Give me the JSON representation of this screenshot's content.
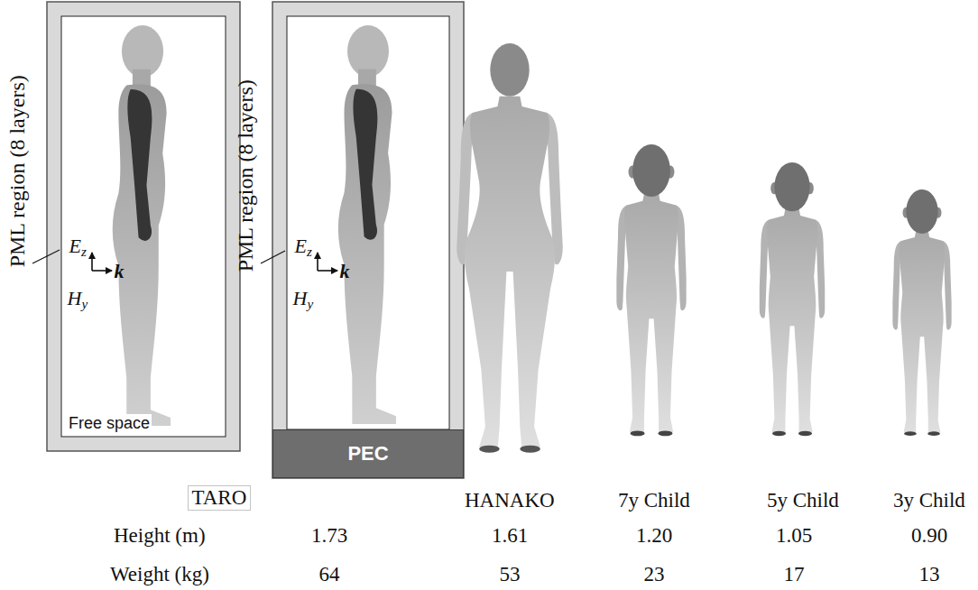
{
  "diagram": {
    "nodes": [
      {
        "text": [
          "Free space"
        ]
      },
      {
        "text": [
          "PEC"
        ]
      }
    ],
    "labels": [
      "PML region (8 layers)",
      "Ez",
      "Hy",
      "k",
      "PML region (8 layers)",
      "Ez",
      "Hy",
      "k",
      "TARO",
      "HANAKO",
      "7y Child",
      "5y Child",
      "3y Child",
      "Height (m)",
      "1.73",
      "1.61",
      "1.20",
      "1.05",
      "0.90",
      "Weight (kg)",
      "64",
      "53",
      "23",
      "17",
      "13"
    ]
  }
}
